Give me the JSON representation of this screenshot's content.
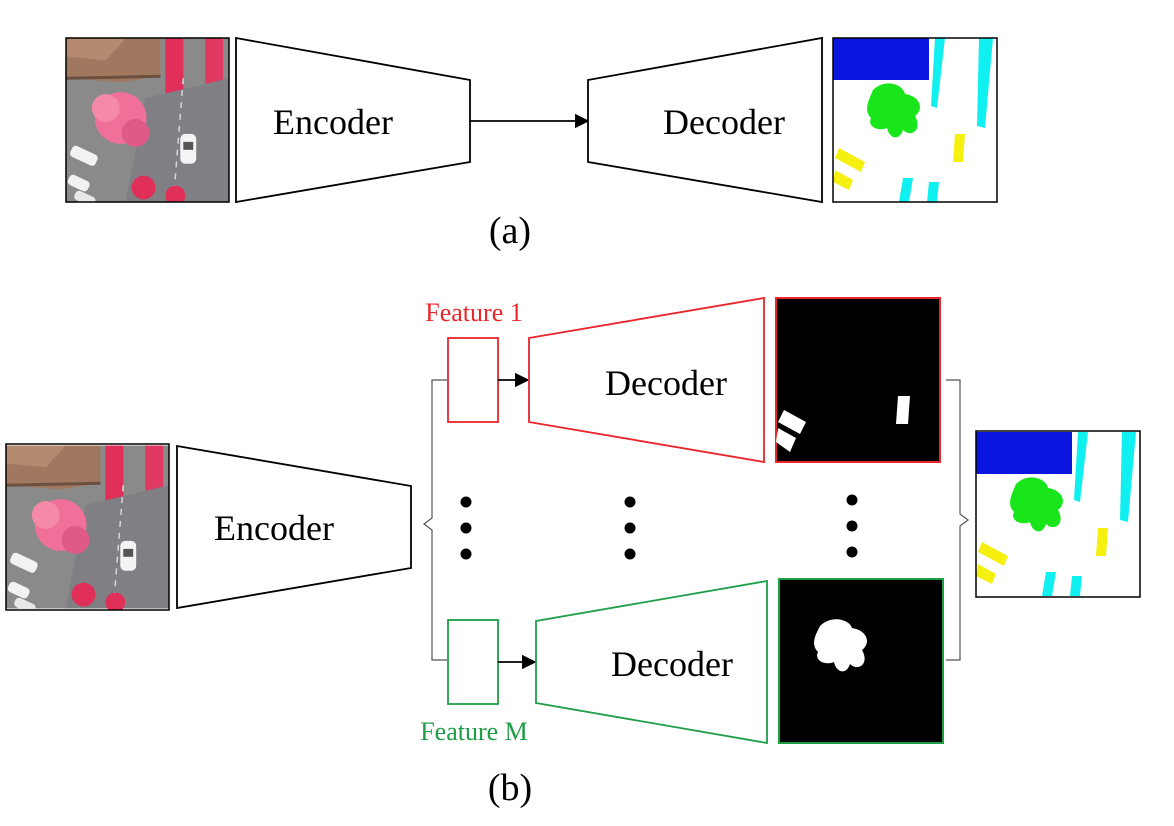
{
  "panel_a": {
    "encoder_label": "Encoder",
    "decoder_label": "Decoder",
    "caption": "(a)"
  },
  "panel_b": {
    "encoder_label": "Encoder",
    "decoder_top_label": "Decoder",
    "decoder_bottom_label": "Decoder",
    "feature_top_label": "Feature 1",
    "feature_bottom_label": "Feature M",
    "caption": "(b)"
  },
  "colors": {
    "feature_1": "#e8262b",
    "feature_m": "#1e9e46",
    "road_stroke": "#000000",
    "class_blue": "#0a15e0",
    "class_green": "#19e61a",
    "class_cyan": "#10f0f0",
    "class_yellow": "#f5f010"
  },
  "icons": {
    "input_image": "aerial-photo-icon",
    "segmentation_map": "segmentation-map-icon",
    "binary_mask": "binary-mask-icon"
  }
}
